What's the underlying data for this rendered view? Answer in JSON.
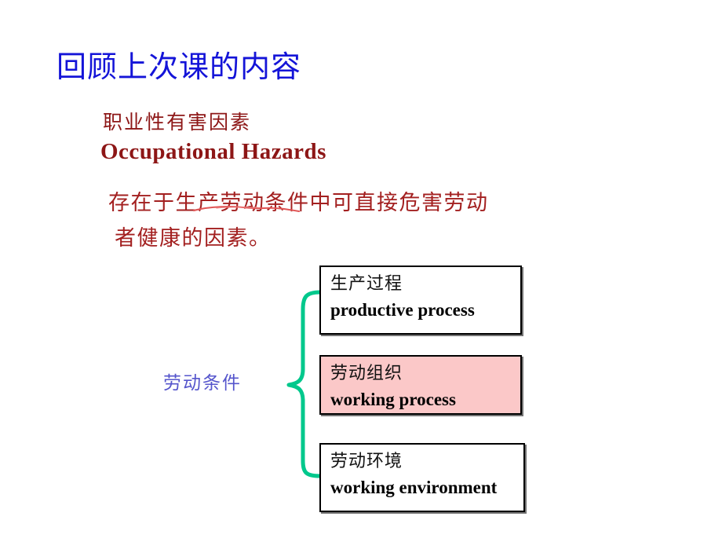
{
  "slide": {
    "background_color": "#ffffff",
    "title": "回顾上次课的内容",
    "title_color": "#1414d8"
  },
  "heading": {
    "chinese": "职业性有害因素",
    "english": "Occupational Hazards",
    "color": "#8d1616"
  },
  "definition": {
    "line1": "存在于生产劳动条件中可直接危害劳动",
    "line2": "者健康的因素。",
    "color": "#a32020",
    "underlined_phrase": "生产劳动条件",
    "underline_color": "#e05555"
  },
  "diagram": {
    "brace_label": "劳动条件",
    "brace_label_color": "#5555cc",
    "brace_color": "#00c88c",
    "boxes": [
      {
        "chinese": "生产过程",
        "english": "productive  process",
        "background": "#ffffff",
        "border_color": "#000000",
        "highlighted": false
      },
      {
        "chinese": "劳动组织",
        "english": "working   process",
        "background": "#fbc8c8",
        "border_color": "#000000",
        "highlighted": true
      },
      {
        "chinese": "劳动环境",
        "english": "working  environment",
        "background": "#ffffff",
        "border_color": "#000000",
        "highlighted": false
      }
    ]
  }
}
